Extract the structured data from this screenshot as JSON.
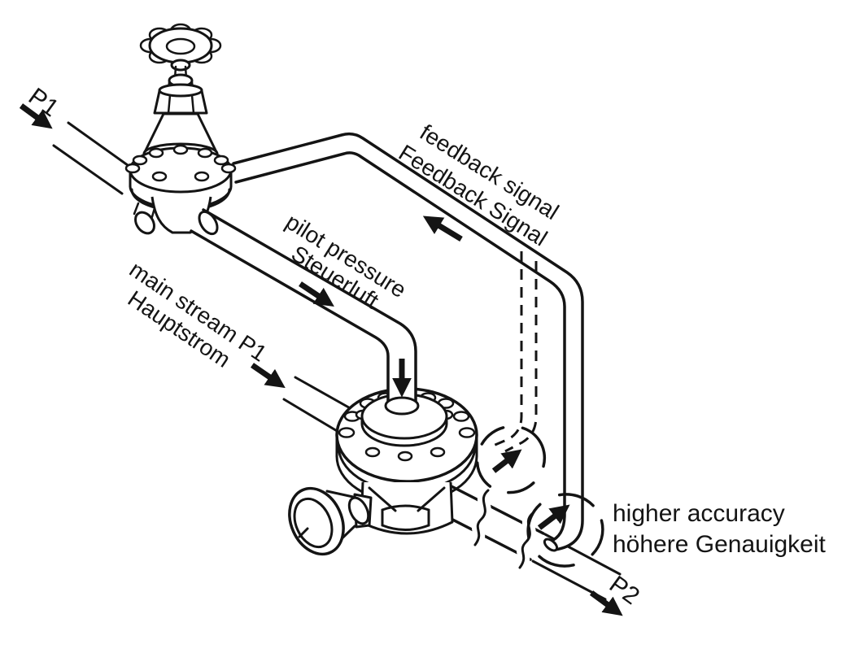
{
  "labels": {
    "p1": "P1",
    "p2": "P2",
    "feedback_signal_en": "feedback signal",
    "feedback_signal_de": "Feedback Signal",
    "pilot_pressure_en": "pilot pressure",
    "pilot_pressure_de": "Steuerluft",
    "main_stream_en": "main stream P1",
    "main_stream_de": "Hauptstrom",
    "higher_accuracy_en": "higher accuracy",
    "higher_accuracy_de": "höhere Genauigkeit"
  },
  "colors": {
    "line": "#141414",
    "background": "#ffffff"
  }
}
